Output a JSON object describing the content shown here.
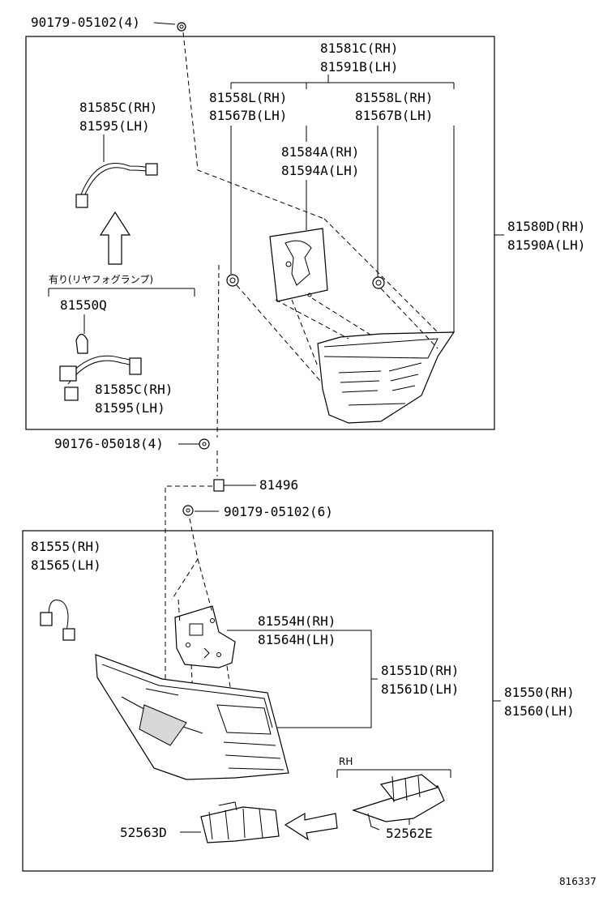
{
  "labels": {
    "top_nut": "90179-05102(4)",
    "lens_rh": "81581C(RH)",
    "lens_lh": "81591B(LH)",
    "gasket_a_rh": "81558L(RH)",
    "gasket_a_lh": "81567B(LH)",
    "gasket_b_rh": "81558L(RH)",
    "gasket_b_lh": "81567B(LH)",
    "socket_top_rh": "81585C(RH)",
    "socket_top_lh": "81595(LH)",
    "bracket_rh": "81584A(RH)",
    "bracket_lh": "81594A(LH)",
    "assy_top_rh": "81580D(RH)",
    "assy_top_lh": "81590A(LH)",
    "fog_note": "有り(リヤフォグランプ)",
    "bulb": "81550Q",
    "socket_fog_rh": "81585C(RH)",
    "socket_fog_lh": "81595(LH)",
    "bolt": "90176-05018(4)",
    "clip": "81496",
    "mid_nut": "90179-05102(6)",
    "socket_bot_rh": "81555(RH)",
    "socket_bot_lh": "81565(LH)",
    "gasket_c_rh": "81554H(RH)",
    "gasket_c_lh": "81564H(LH)",
    "lens_bot_rh": "81551D(RH)",
    "lens_bot_lh": "81561D(LH)",
    "assy_bot_rh": "81550(RH)",
    "assy_bot_lh": "81560(LH)",
    "rh_tag": "RH",
    "protector_a": "52563D",
    "protector_b": "52562E",
    "diagram_id": "816337"
  }
}
